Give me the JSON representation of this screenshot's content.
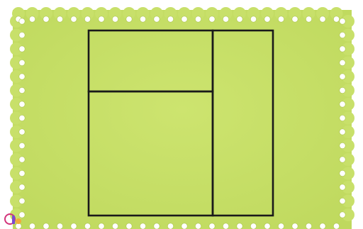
{
  "card": {
    "fill_color": "#c8e06a",
    "fill_shade": "#b9d35a",
    "edge_color": "#a9c24d",
    "hole_color": "#ffffff"
  },
  "grid": {
    "line_color": "#1a1a1a",
    "panels": [
      {
        "name": "top-left-panel"
      },
      {
        "name": "bottom-left-panel"
      },
      {
        "name": "right-tall-panel"
      }
    ]
  },
  "watermark": {
    "icon": "corner-logo-icon",
    "colors": [
      "#d2337a",
      "#7a4bd0",
      "#f2a93b"
    ]
  }
}
